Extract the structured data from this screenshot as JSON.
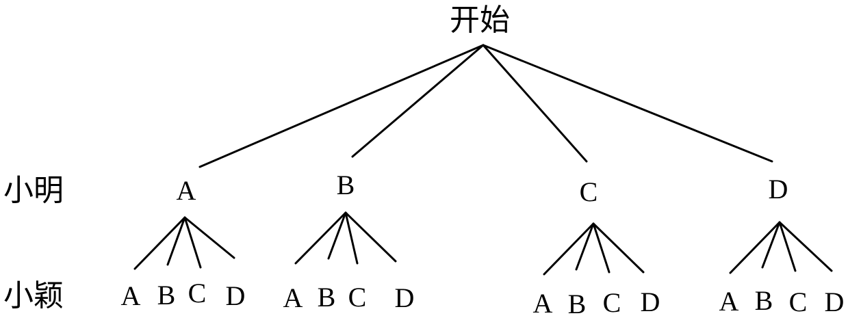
{
  "root": {
    "label": "开始"
  },
  "rows": {
    "level1_label": "小明",
    "level2_label": "小颖"
  },
  "level1": [
    {
      "label": "A",
      "children": [
        "A",
        "B",
        "C",
        "D"
      ]
    },
    {
      "label": "B",
      "children": [
        "A",
        "B",
        "C",
        "D"
      ]
    },
    {
      "label": "C",
      "children": [
        "A",
        "B",
        "C",
        "D"
      ]
    },
    {
      "label": "D",
      "children": [
        "A",
        "B",
        "C",
        "D"
      ]
    }
  ]
}
